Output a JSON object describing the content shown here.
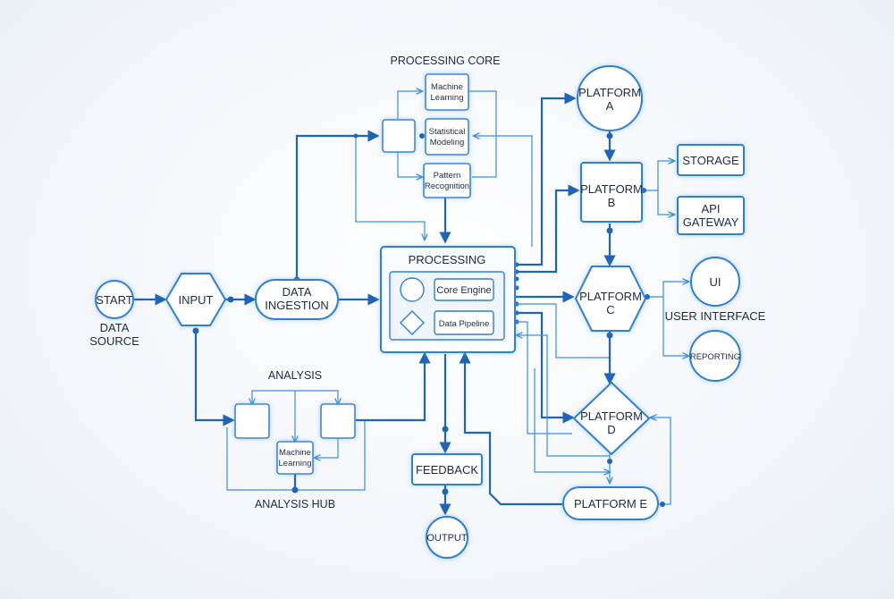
{
  "nodes": {
    "start": "START",
    "data_source": [
      "DATA",
      "SOURCE"
    ],
    "input": "INPUT",
    "data_ingestion": [
      "DATA",
      "INGESTION"
    ],
    "processing_core_title": "PROCESSING CORE",
    "machine_learning_top": [
      "Machine",
      "Learning"
    ],
    "statistical_modeling": [
      "Statistical",
      "Modeling"
    ],
    "pattern_recognition": [
      "Pattern",
      "Recognition"
    ],
    "processing": "PROCESSING",
    "core_engine": "Core Engine",
    "data_pipeline": "Data Pipeline",
    "analysis_title": "ANALYSIS",
    "machine_learning_hub": [
      "Machine",
      "Learning"
    ],
    "analysis_hub": "ANALYSIS HUB",
    "feedback": "FEEDBACK",
    "output": "OUTPUT",
    "platform_a": [
      "PLATFORM",
      "A"
    ],
    "platform_b": [
      "PLATFORM",
      "B"
    ],
    "platform_c": [
      "PLATFORM",
      "C"
    ],
    "platform_d": [
      "PLATFORM",
      "D"
    ],
    "platform_e": "PLATFORM E",
    "storage": "STORAGE",
    "api_gateway": [
      "API",
      "GATEWAY"
    ],
    "ui": "UI",
    "user_interface": "USER INTERFACE",
    "reporting": "REPORTING"
  },
  "colors": {
    "stroke": "#2f7fd6",
    "edge": "#1f64b5",
    "thin_edge": "#3a8fe0",
    "text": "#1b2a44"
  }
}
